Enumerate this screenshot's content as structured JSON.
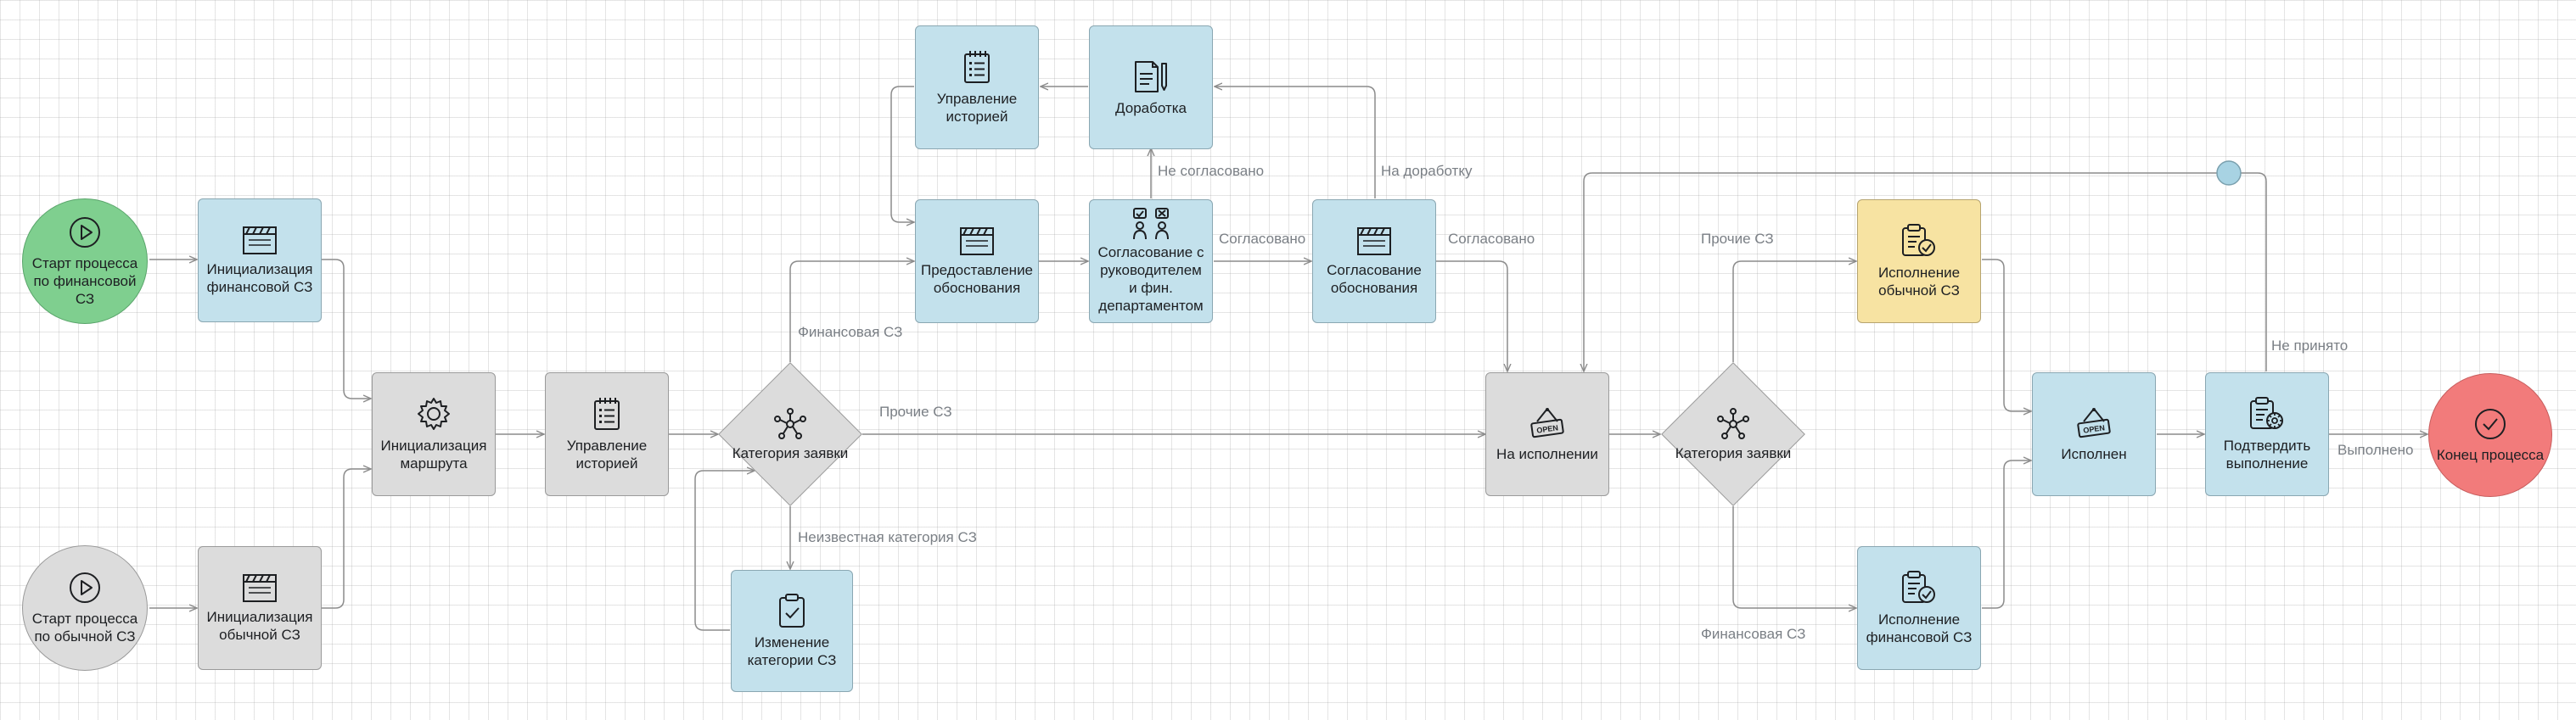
{
  "nodes": {
    "start_fin": "Старт процесса по финансовой СЗ",
    "start_reg": "Старт процесса по обычной СЗ",
    "init_fin": "Инициализация финансовой СЗ",
    "init_reg": "Инициализация обычной СЗ",
    "init_route": "Инициализация маршрута",
    "history_mgmt_1": "Управление историей",
    "category_1": "Категория заявки",
    "change_category": "Изменение категории СЗ",
    "history_mgmt_2": "Управление историей",
    "rework": "Доработка",
    "provide_justification": "Предоставление обоснования",
    "approval_manager": "Согласование с руководителем и фин. департаментом",
    "approval_justification": "Согласование обоснования",
    "in_progress": "На исполнении",
    "category_2": "Категория заявки",
    "exec_regular": "Исполнение обычной СЗ",
    "exec_financial": "Исполнение финансовой СЗ",
    "done": "Исполнен",
    "confirm": "Подтвердить выполнение",
    "end": "Конец процесса"
  },
  "edge_labels": {
    "fin_sz": "Финансовая СЗ",
    "other_sz": "Прочие СЗ",
    "unknown_category": "Неизвестная категория СЗ",
    "not_approved": "Не согласовано",
    "to_rework": "На доработку",
    "approved_1": "Согласовано",
    "approved_2": "Согласовано",
    "other_sz_2": "Прочие СЗ",
    "fin_sz_2": "Финансовая СЗ",
    "not_accepted": "Не принято",
    "completed": "Выполнено"
  },
  "colors": {
    "task_blue": "#c3e1ec",
    "task_gray": "#dcdcdc",
    "task_yellow": "#f7e3a2",
    "start_green": "#7fcf8f",
    "start_gray": "#dcdcdc",
    "end_red": "#f27b7b",
    "connector": "#8c8c8c",
    "junction": "#a8d3e3"
  },
  "icons": {
    "start": "play-icon",
    "init": "clapperboard-icon",
    "route": "gear-icon",
    "history": "notepad-list-icon",
    "category": "branch-network-icon",
    "change_category": "clipboard-check-icon",
    "rework": "document-pen-icon",
    "approval": "people-approval-icon",
    "in_progress": "open-sign-icon",
    "exec": "clipboard-check-badge-icon",
    "confirm": "clipboard-gear-icon",
    "end": "check-circle-icon"
  }
}
